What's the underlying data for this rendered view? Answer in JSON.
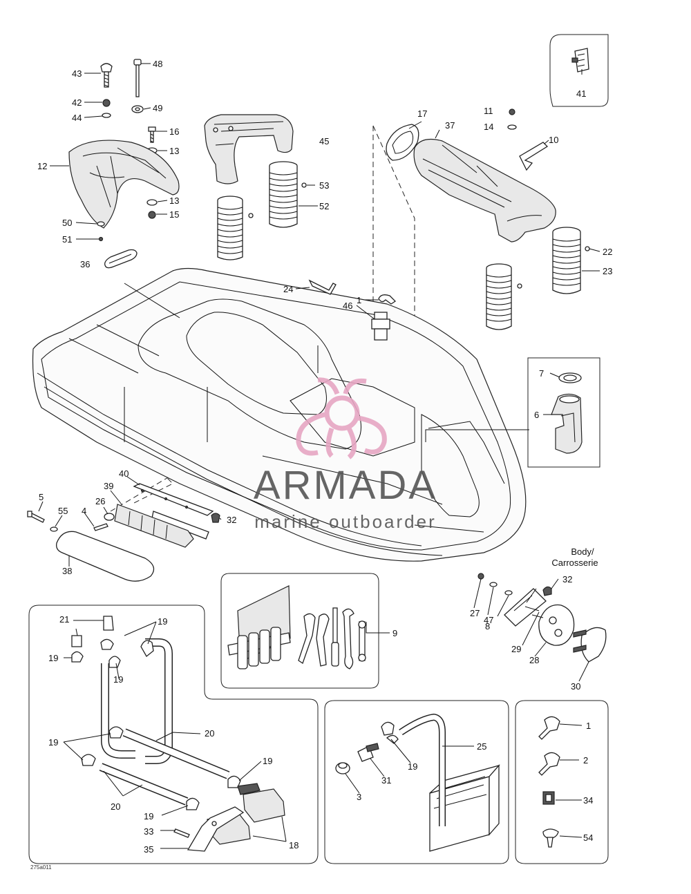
{
  "callouts": {
    "c43": "43",
    "c48": "48",
    "c42": "42",
    "c49": "49",
    "c44": "44",
    "c16": "16",
    "c13a": "13",
    "c12": "12",
    "c13b": "13",
    "c15": "15",
    "c50": "50",
    "c51": "51",
    "c36": "36",
    "c45": "45",
    "c53": "53",
    "c52": "52",
    "c17": "17",
    "c37": "37",
    "c11": "11",
    "c14": "14",
    "c10": "10",
    "c41": "41",
    "c22": "22",
    "c23": "23",
    "c24": "24",
    "c1a": "1",
    "c46": "46",
    "c7": "7",
    "c6": "6",
    "c40": "40",
    "c39": "39",
    "c5": "5",
    "c55": "55",
    "c4": "4",
    "c26": "26",
    "c32a": "32",
    "c38": "38",
    "c32b": "32",
    "c27": "27",
    "c47": "47",
    "c8": "8",
    "c29": "29",
    "c28": "28",
    "c30": "30",
    "c9": "9",
    "c21": "21",
    "c19a": "19",
    "c19b": "19",
    "c19c": "19",
    "c19d": "19",
    "c20a": "20",
    "c20b": "20",
    "c19e": "19",
    "c19f": "19",
    "c33": "33",
    "c35": "35",
    "c18": "18",
    "c25": "25",
    "c19g": "19",
    "c31": "31",
    "c3": "3",
    "c1b": "1",
    "c2": "2",
    "c34": "34",
    "c54": "54"
  },
  "body_label_line1": "Body/",
  "body_label_line2": "Carrosserie",
  "watermark_title": "ARMADA",
  "watermark_sub": "marine outboarder",
  "figure_code": "275a011",
  "colors": {
    "ink": "#111111",
    "watermark_text": "#555555",
    "watermark_logo": "#e6a6c3"
  }
}
